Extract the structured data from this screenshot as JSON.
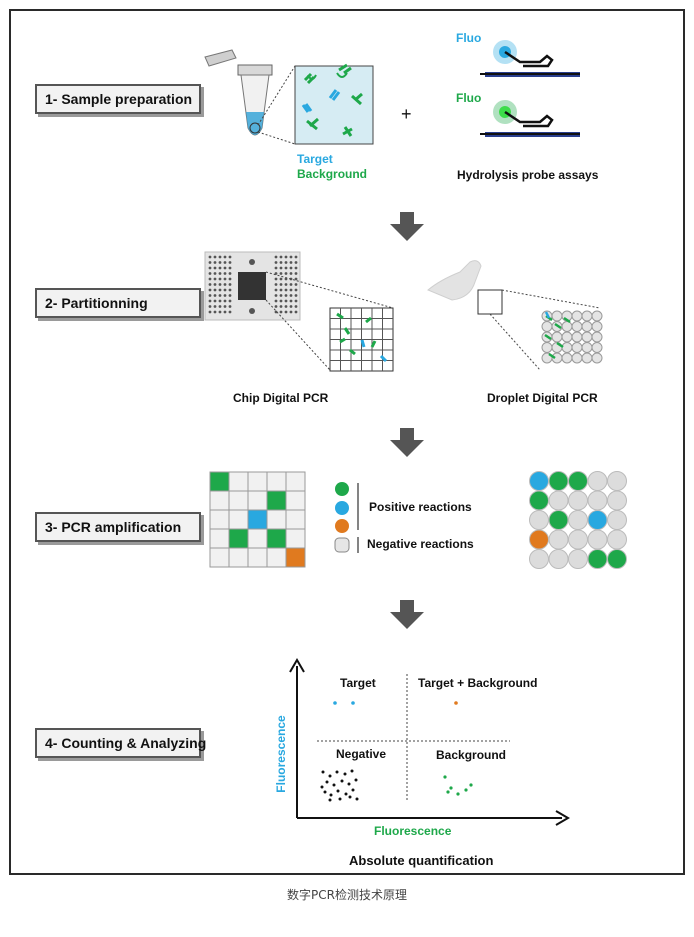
{
  "steps": [
    {
      "label": "1- Sample preparation"
    },
    {
      "label": "2- Partitionning"
    },
    {
      "label": "3- PCR amplification"
    },
    {
      "label": "4- Counting & Analyzing"
    }
  ],
  "sample": {
    "target_label": "Target",
    "background_label": "Background",
    "plus": "+",
    "fluo_label": "Fluo",
    "assay_label": "Hydrolysis probe assays"
  },
  "partition": {
    "chip_label": "Chip Digital PCR",
    "droplet_label": "Droplet Digital PCR"
  },
  "amplification": {
    "positive_label": "Positive reactions",
    "negative_label": "Negative reactions"
  },
  "analysis": {
    "target": "Target",
    "target_background": "Target + Background",
    "negative": "Negative",
    "background": "Background",
    "y_axis": "Fluorescence",
    "x_axis": "Fluorescence",
    "title": "Absolute quantification"
  },
  "caption": "数字PCR检测技术原理",
  "colors": {
    "target_blue": "#29a8e0",
    "background_green": "#1ea84a",
    "orange": "#e07a1f",
    "negative_gray": "#dcdcdc"
  },
  "icons": [
    "arrow-down-icon",
    "eppendorf-tube-icon",
    "chip-icon",
    "droplet-reader-icon",
    "probe-icon"
  ]
}
